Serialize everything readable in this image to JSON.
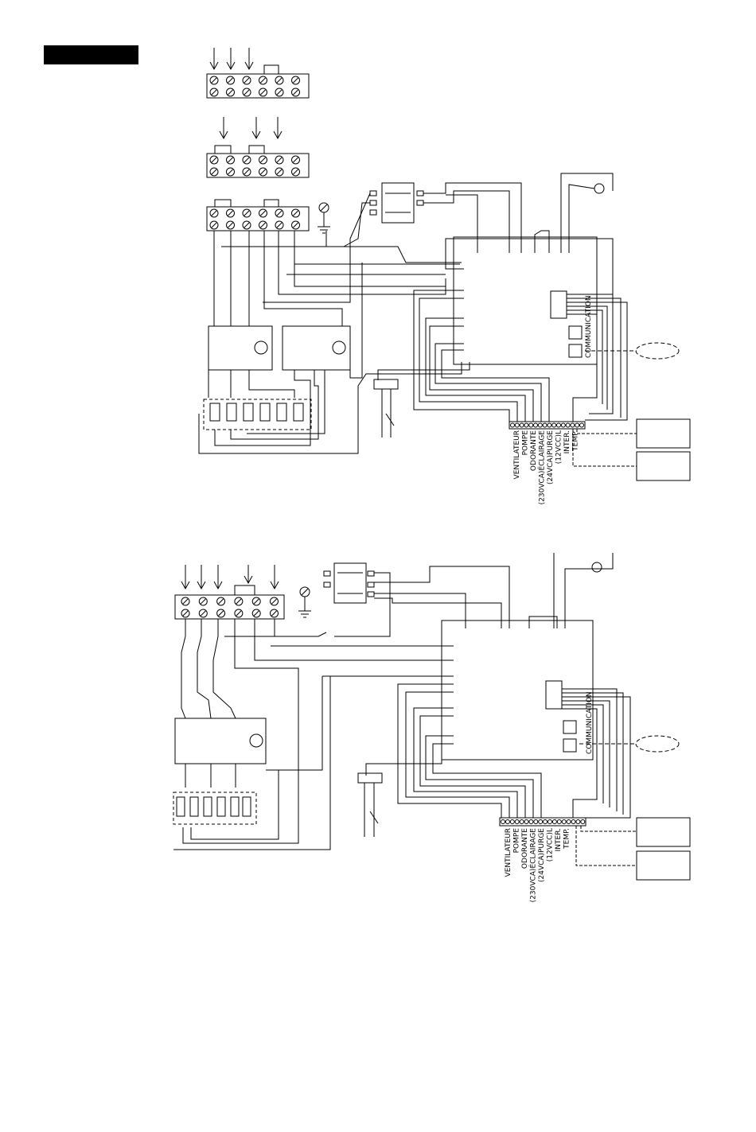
{
  "page": {
    "header_bar": "black-tab",
    "colors": {
      "line": "#000000",
      "background": "#ffffff"
    }
  },
  "diagram_top": {
    "board_label": "COMMUNICATION",
    "terminal_labels": [
      "VENTILATEUR",
      "POMPE",
      "ODORANTE",
      "(230VCA)ÉCLAIRAGE",
      "(24VCA)PURGE",
      "(12VCC)L",
      "INTER.",
      "TEMP."
    ]
  },
  "diagram_bottom": {
    "board_label": "COMMUNICATION",
    "terminal_labels": [
      "VENTILATEUR",
      "POMPE",
      "ODORANTE",
      "(230VCA)ÉCLAIRAGE",
      "(24VCA)PURGE",
      "(12VCC)L",
      "INTER.",
      "TEMP."
    ]
  }
}
